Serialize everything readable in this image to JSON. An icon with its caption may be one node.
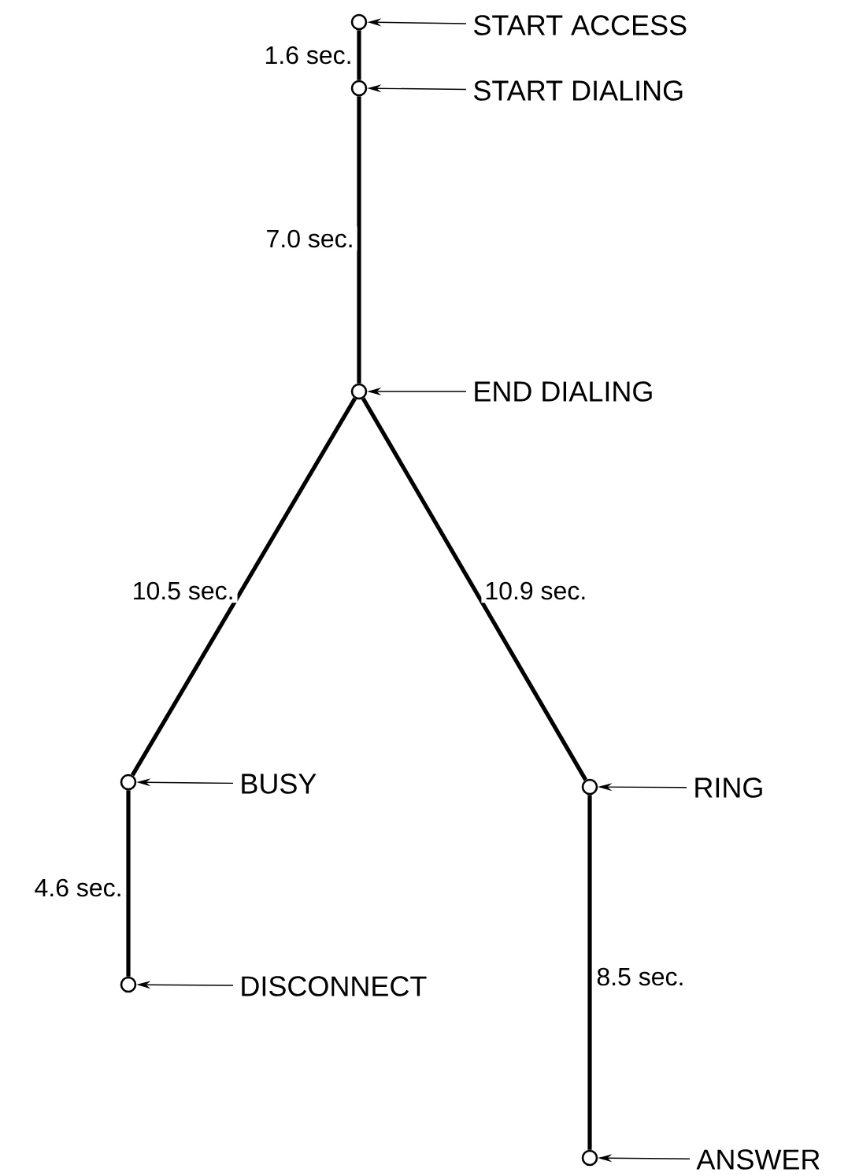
{
  "diagram": {
    "nodes": [
      {
        "text": [],
        "shape": "circle"
      },
      {
        "text": [],
        "shape": "circle"
      },
      {
        "text": [],
        "shape": "circle"
      },
      {
        "text": [],
        "shape": "circle"
      },
      {
        "text": [],
        "shape": "circle"
      },
      {
        "text": [],
        "shape": "circle"
      },
      {
        "text": [],
        "shape": "circle"
      },
      {
        "text": [
          "START ACCESS"
        ]
      },
      {
        "text": [
          "START DIALING"
        ]
      },
      {
        "text": [
          "END DIALING"
        ]
      },
      {
        "text": [
          "BUSY"
        ]
      },
      {
        "text": [
          "DISCONNECT"
        ]
      },
      {
        "text": [
          "RING"
        ]
      },
      {
        "text": [
          "ANSWER"
        ]
      }
    ],
    "edges": [
      {
        "from": 7,
        "to": 0,
        "arrow": "to"
      },
      {
        "from": 8,
        "to": 1,
        "arrow": "to"
      },
      {
        "from": 9,
        "to": 2,
        "arrow": "to"
      },
      {
        "from": 10,
        "to": 3,
        "arrow": "to"
      },
      {
        "from": 11,
        "to": 4,
        "arrow": "to"
      },
      {
        "from": 12,
        "to": 5,
        "arrow": "to"
      },
      {
        "from": 13,
        "to": 6,
        "arrow": "to"
      },
      {
        "from": 0,
        "to": 1,
        "arrow": "none",
        "label": "1.6 sec.",
        "style": "thick"
      },
      {
        "from": 1,
        "to": 2,
        "arrow": "none",
        "label": "7.0 sec.",
        "style": "thick"
      },
      {
        "from": 2,
        "to": 3,
        "arrow": "none",
        "label": "10.5 sec.",
        "style": "thick"
      },
      {
        "from": 2,
        "to": 5,
        "arrow": "none",
        "label": "10.9 sec.",
        "style": "thick"
      },
      {
        "from": 3,
        "to": 4,
        "arrow": "none",
        "label": "4.6 sec.",
        "style": "thick"
      },
      {
        "from": 5,
        "to": 6,
        "arrow": "none",
        "label": "8.5 sec.",
        "style": "thick"
      }
    ]
  }
}
